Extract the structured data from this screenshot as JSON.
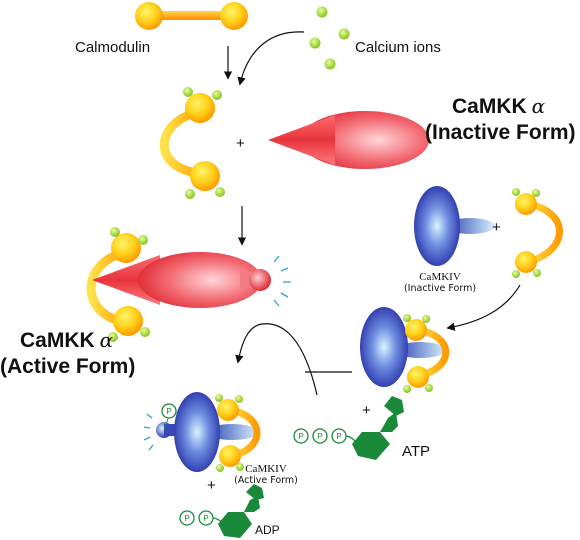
{
  "labels": {
    "calmodulin": "Calmodulin",
    "calcium_ions": "Calcium ions",
    "camkk_name": "CaMKK",
    "alpha": "α",
    "inactive_form_paren": "(Inactive Form)",
    "active_form_paren": "(Active Form)",
    "camkiv": "CaMKIV",
    "inactive_form_small": "(Inactive Form)",
    "active_form_small": "(Active Form)",
    "atp": "ATP",
    "adp": "ADP",
    "plus": "+",
    "phosphate": "P"
  },
  "colors": {
    "calcium": "#9acd32",
    "calmodulin_ball": "#ffd21a",
    "calmodulin_rim": "#ff9a00",
    "camkk": "#e8343c",
    "camkiv": "#2b3db0",
    "nucleotide": "#1a8a3a",
    "burst": "#2aa2d8"
  }
}
